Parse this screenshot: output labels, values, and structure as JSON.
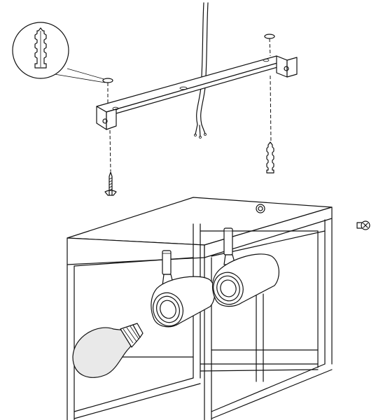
{
  "diagram": {
    "type": "assembly-instruction",
    "parts": [
      "wall-plug",
      "screw",
      "mounting-bracket",
      "power-cable",
      "ceiling-base",
      "spotlight-left",
      "spotlight-right",
      "light-bulb",
      "frame",
      "fixing-screw"
    ]
  }
}
